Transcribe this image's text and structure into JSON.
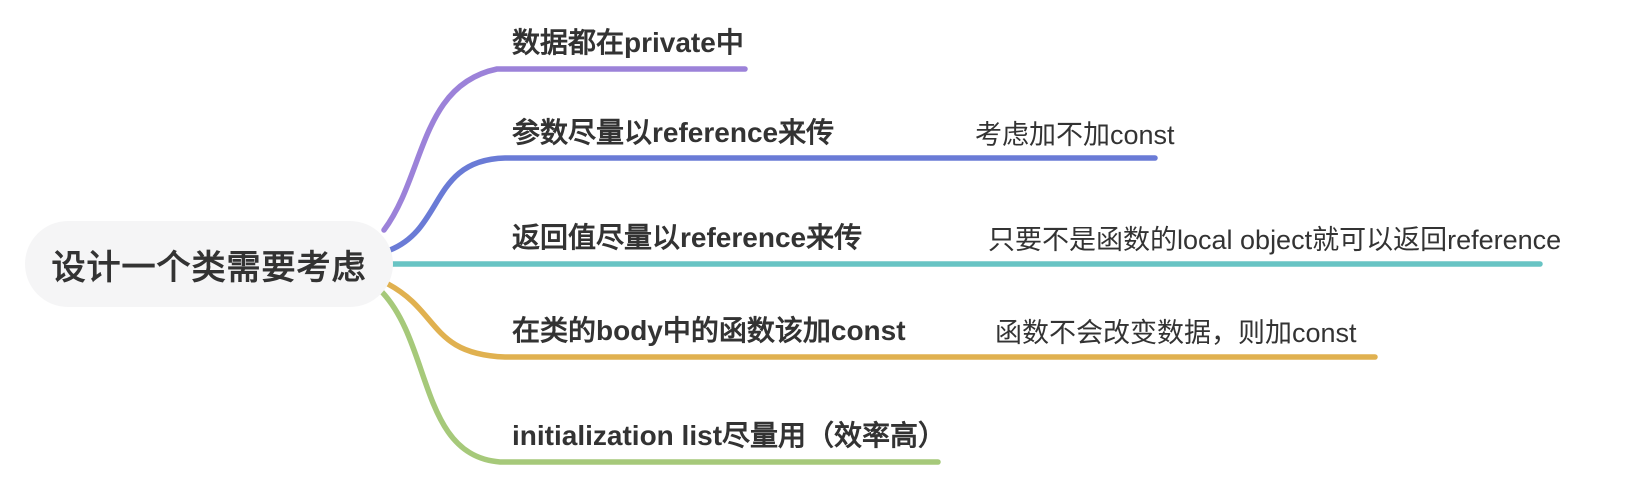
{
  "root": {
    "label": "设计一个类需要考虑"
  },
  "branches": [
    {
      "topic": "数据都在private中",
      "color": "#9c82d9"
    },
    {
      "topic": "参数尽量以reference来传",
      "child": "考虑加不加const",
      "color": "#6a7bd6"
    },
    {
      "topic": "返回值尽量以reference来传",
      "child": "只要不是函数的local object就可以返回reference",
      "color": "#68c4c4"
    },
    {
      "topic": "在类的body中的函数该加const",
      "child": "函数不会改变数据，则加const",
      "color": "#e0b150"
    },
    {
      "topic": "initialization list尽量用（效率高）",
      "color": "#a6c97a"
    }
  ],
  "colors": {
    "canvas_bg": "#ffffff",
    "root_bg": "#f5f5f6",
    "text": "#333333"
  }
}
